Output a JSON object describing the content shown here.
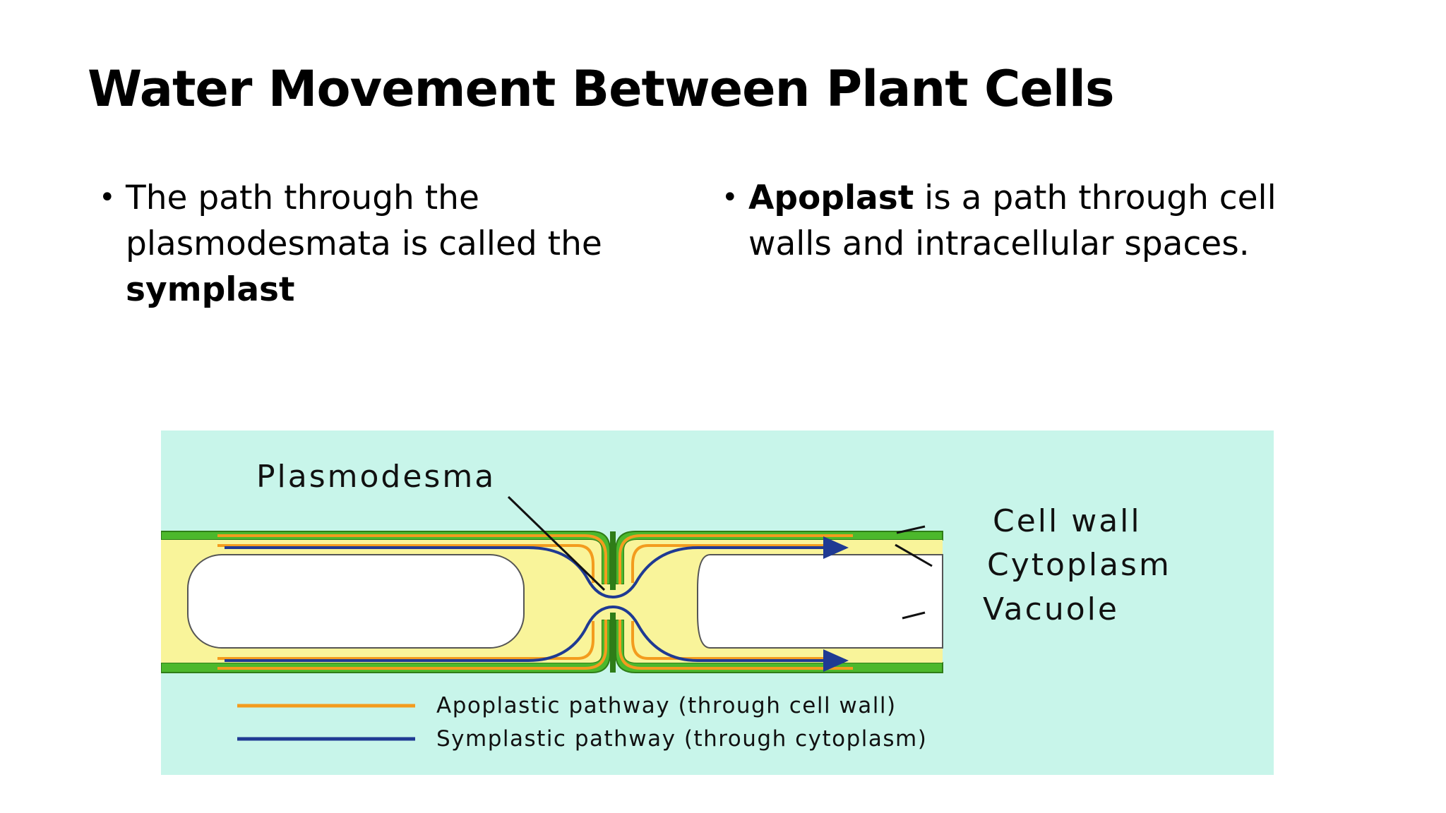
{
  "slide": {
    "title": "Water Movement Between Plant Cells",
    "bullets_left": {
      "prefix": "The path through the plasmodesmata is called the ",
      "term": "symplast"
    },
    "bullets_right": {
      "term": "Apoplast",
      "suffix": " is a path through cell walls and intracellular spaces."
    },
    "bullet_glyph": "•"
  },
  "diagram": {
    "labels": {
      "plasmodesma": "Plasmodesma",
      "cell_wall": "Cell wall",
      "cytoplasm": "Cytoplasm",
      "vacuole": "Vacuole"
    },
    "legend": [
      {
        "text": "Apoplastic pathway (through cell wall)",
        "color": "#f39c1e"
      },
      {
        "text": "Symplastic pathway (through cytoplasm)",
        "color": "#1f3a93"
      }
    ],
    "colors": {
      "background": "#c8f5ea",
      "cell_wall": "#4cb82c",
      "cytoplasm": "#f9f49a",
      "vacuole": "#ffffff",
      "apoplast": "#f39c1e",
      "symplast": "#1f3a93"
    }
  }
}
